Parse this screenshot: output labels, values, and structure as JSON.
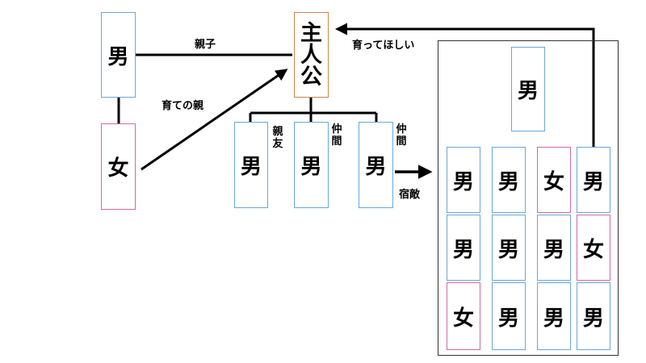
{
  "colors": {
    "male_border": "#6aa8d8",
    "female_border": "#d36aa3",
    "hero_border": "#c8884a",
    "line": "#000000"
  },
  "parents": {
    "father": "男",
    "mother": "女"
  },
  "hero": {
    "chars": [
      "主",
      "人",
      "公"
    ]
  },
  "labels": {
    "parent_child": "親子",
    "foster_parent": "育ての親",
    "want_raise": "育ってほしい",
    "arch_enemy": "宿敵"
  },
  "peers": [
    {
      "char": "男",
      "role": "親友"
    },
    {
      "char": "男",
      "role": "仲間"
    },
    {
      "char": "男",
      "role": "仲間"
    }
  ],
  "group": {
    "leader": "男",
    "grid": [
      [
        "男",
        "男",
        "女",
        "男"
      ],
      [
        "男",
        "男",
        "男",
        "女"
      ],
      [
        "女",
        "男",
        "男",
        "男"
      ]
    ]
  }
}
